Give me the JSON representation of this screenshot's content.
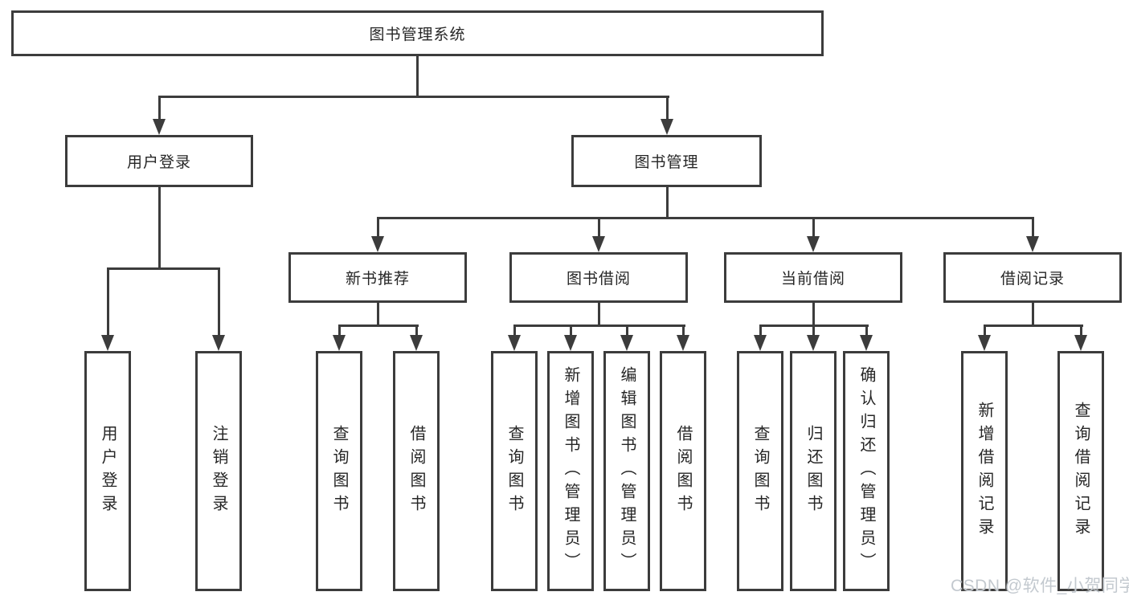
{
  "tree": {
    "root": {
      "label": "图书管理系统"
    },
    "user_login": {
      "label": "用户登录",
      "children": [
        {
          "label": "用户登录"
        },
        {
          "label": "注销登录"
        }
      ]
    },
    "book_mgmt": {
      "label": "图书管理",
      "children": [
        {
          "label": "新书推荐",
          "children": [
            {
              "label": "查询图书"
            },
            {
              "label": "借阅图书"
            }
          ]
        },
        {
          "label": "图书借阅",
          "children": [
            {
              "label": "查询图书"
            },
            {
              "label": "新增图书（管理员）"
            },
            {
              "label": "编辑图书（管理员）"
            },
            {
              "label": "借阅图书"
            }
          ]
        },
        {
          "label": "当前借阅",
          "children": [
            {
              "label": "查询图书"
            },
            {
              "label": "归还图书"
            },
            {
              "label": "确认归还（管理员）"
            }
          ]
        },
        {
          "label": "借阅记录",
          "children": [
            {
              "label": "新增借阅记录"
            },
            {
              "label": "查询借阅记录"
            }
          ]
        }
      ]
    }
  },
  "watermark": {
    "text": "CSDN @软件_小贺同学",
    "color": "#c3c9cf"
  },
  "colors": {
    "line": "#3c3c3c",
    "border": "#3c3c3c",
    "text": "#262626",
    "background": "#ffffff"
  }
}
